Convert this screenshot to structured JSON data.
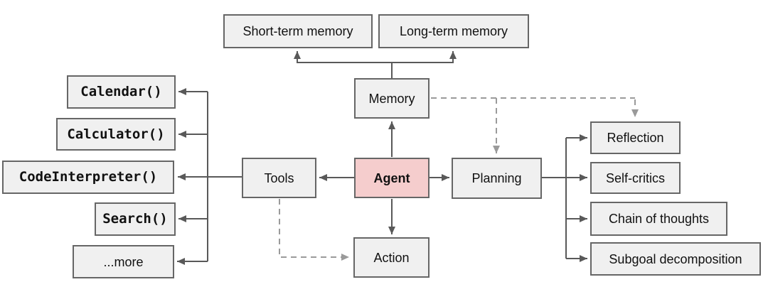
{
  "colors": {
    "box_fill": "#f0f0f0",
    "box_border": "#666666",
    "agent_fill": "#f5cdcd",
    "solid_line": "#595959",
    "dashed_line": "#9a9a9a"
  },
  "nodes": {
    "short_term_memory": {
      "label": "Short-term memory"
    },
    "long_term_memory": {
      "label": "Long-term memory"
    },
    "memory": {
      "label": "Memory"
    },
    "agent": {
      "label": "Agent"
    },
    "tools": {
      "label": "Tools"
    },
    "planning": {
      "label": "Planning"
    },
    "action": {
      "label": "Action"
    },
    "calendar": {
      "label": "Calendar()"
    },
    "calculator": {
      "label": "Calculator()"
    },
    "code_interpreter": {
      "label": "CodeInterpreter()"
    },
    "search": {
      "label": "Search()"
    },
    "more": {
      "label": "...more"
    },
    "reflection": {
      "label": "Reflection"
    },
    "self_critics": {
      "label": "Self-critics"
    },
    "chain_of_thoughts": {
      "label": "Chain of thoughts"
    },
    "subgoal_decomposition": {
      "label": "Subgoal decomposition"
    }
  },
  "edges": [
    {
      "from": "memory",
      "to": "short_term_memory",
      "style": "solid"
    },
    {
      "from": "memory",
      "to": "long_term_memory",
      "style": "solid"
    },
    {
      "from": "agent",
      "to": "memory",
      "style": "solid"
    },
    {
      "from": "agent",
      "to": "tools",
      "style": "solid"
    },
    {
      "from": "agent",
      "to": "planning",
      "style": "solid"
    },
    {
      "from": "agent",
      "to": "action",
      "style": "solid"
    },
    {
      "from": "tools",
      "to": "calendar",
      "style": "solid"
    },
    {
      "from": "tools",
      "to": "calculator",
      "style": "solid"
    },
    {
      "from": "tools",
      "to": "code_interpreter",
      "style": "solid"
    },
    {
      "from": "tools",
      "to": "search",
      "style": "solid"
    },
    {
      "from": "tools",
      "to": "more",
      "style": "solid"
    },
    {
      "from": "planning",
      "to": "reflection",
      "style": "solid"
    },
    {
      "from": "planning",
      "to": "self_critics",
      "style": "solid"
    },
    {
      "from": "planning",
      "to": "chain_of_thoughts",
      "style": "solid"
    },
    {
      "from": "planning",
      "to": "subgoal_decomposition",
      "style": "solid"
    },
    {
      "from": "memory",
      "to": "planning",
      "style": "dashed"
    },
    {
      "from": "memory",
      "to": "reflection",
      "style": "dashed"
    },
    {
      "from": "tools",
      "to": "action",
      "style": "dashed"
    }
  ]
}
